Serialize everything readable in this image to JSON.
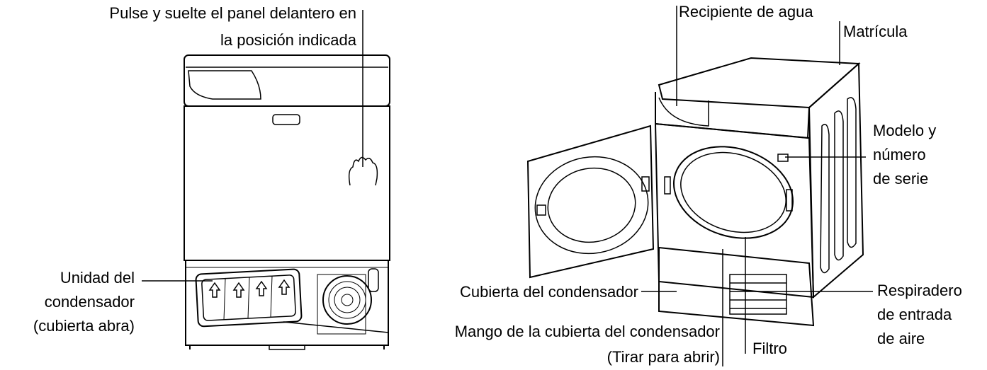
{
  "labels": {
    "front_panel_line1": "Pulse y suelte el panel delantero en",
    "front_panel_line2": "la posición indicada",
    "condenser_unit_line1": "Unidad del",
    "condenser_unit_line2": "condensador",
    "condenser_unit_line3": "(cubierta abra)",
    "water_container": "Recipiente de agua",
    "plate": "Matrícula",
    "model_line1": "Modelo y",
    "model_line2": "número",
    "model_line3": "de serie",
    "condenser_cover": "Cubierta del condensador",
    "vent_line1": "Respiradero",
    "vent_line2": "de entrada",
    "vent_line3": "de aire",
    "handle_line1": "Mango de la cubierta del condensador",
    "handle_line2": "(Tirar para abrir)",
    "filter": "Filtro"
  },
  "colors": {
    "ink": "#000000",
    "background": "#ffffff"
  }
}
